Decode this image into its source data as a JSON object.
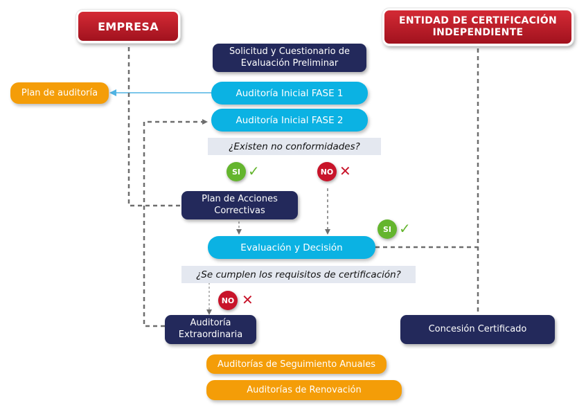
{
  "headers": {
    "empresa": "EMPRESA",
    "entidad": "ENTIDAD DE CERTIFICACIÓN INDEPENDIENTE"
  },
  "steps": {
    "solicitud": "Solicitud y Cuestionario de Evaluación Preliminar",
    "plan_auditoria": "Plan de auditoría",
    "fase1": "Auditoría Inicial FASE 1",
    "fase2": "Auditoría Inicial FASE 2",
    "plan_acciones": "Plan de Acciones Correctivas",
    "evaluacion": "Evaluación y Decisión",
    "extraordinaria": "Auditoría Extraordinaria",
    "concesion": "Concesión Certificado",
    "seguimiento": "Auditorías de Seguimiento Anuales",
    "renovacion": "Auditorías de Renovación"
  },
  "questions": {
    "no_conformidades": "¿Existen no conformidades?",
    "requisitos": "¿Se cumplen los requisitos de certificación?"
  },
  "badges": {
    "si": "SI",
    "no": "NO",
    "check_icon": "✓",
    "cross_icon": "✕"
  },
  "colors": {
    "header_red": "#c0202b",
    "navy": "#23295b",
    "cyan": "#0bb2e3",
    "orange": "#f49d08",
    "question_bg": "#e4e8f0",
    "si_green": "#64b52e",
    "no_red": "#c8142a",
    "connector_gray": "#6d6d6d",
    "arrow_blue": "#4fb3e3"
  }
}
